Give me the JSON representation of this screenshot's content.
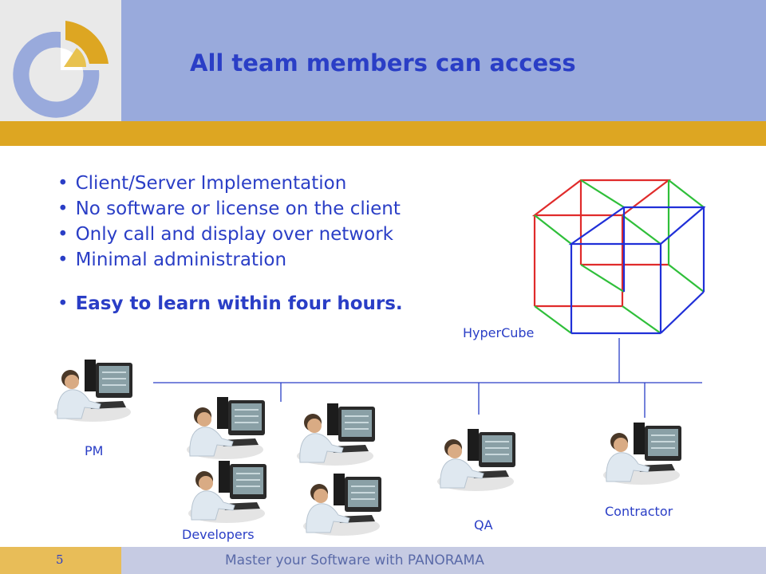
{
  "slide": {
    "title": "All team members can access",
    "bullets": [
      "Client/Server Implementation",
      "No software or license on the client",
      "Only call and display over network",
      "Minimal administration"
    ],
    "emphasis_bullet": "Easy to learn within four hours.",
    "hypercube_label": "HyperCube",
    "roles": {
      "pm": "PM",
      "developers": "Developers",
      "qa": "QA",
      "contractor": "Contractor"
    },
    "page_number": "5",
    "footer": "Master your Software with PANORAMA"
  },
  "colors": {
    "header_band": "#99aadc",
    "gold_band": "#dda622",
    "text_blue": "#2a3ec6",
    "cube_red": "#e02b2b",
    "cube_green": "#2fbf3a",
    "cube_blue": "#2030d8"
  },
  "icons": {
    "logo": "pie-chart-logo-icon",
    "server": "hypercube-icon",
    "user": "workstation-user-icon"
  }
}
